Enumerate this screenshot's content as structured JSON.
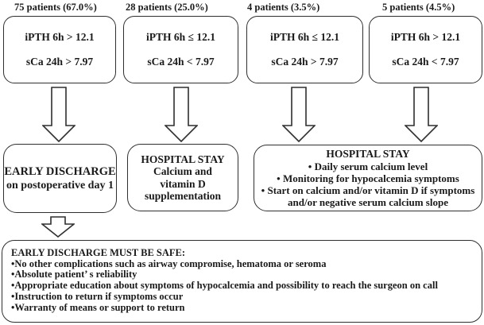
{
  "colors": {
    "border": "#2f2f2f",
    "text": "#1a1a1a",
    "background": "#ffffff"
  },
  "columns": [
    {
      "label": "75 patients (67.0%)",
      "criteria": [
        "iPTH 6h > 12.1",
        "sCa 24h > 7.97"
      ]
    },
    {
      "label": "28 patients (25.0%)",
      "criteria": [
        "iPTH 6h ≤ 12.1",
        "sCa 24h < 7.97"
      ]
    },
    {
      "label": "4 patients (3.5%)",
      "criteria": [
        "iPTH 6h ≤ 12.1",
        "sCa 24h > 7.97"
      ]
    },
    {
      "label": "5 patients (4.5%)",
      "criteria": [
        "iPTH 6h > 12.1",
        "sCa 24h < 7.97"
      ]
    }
  ],
  "outcomes": {
    "early_discharge": {
      "title": "EARLY DISCHARGE",
      "subtitle": "on postoperative day 1"
    },
    "supplementation": {
      "title": "HOSPITAL STAY",
      "lines": [
        "Calcium and",
        "vitamin D",
        "supplementation"
      ]
    },
    "monitoring": {
      "title": "HOSPITAL STAY",
      "lines": [
        "• Daily serum calcium level",
        "• Monitoring for hypocalcemia symptoms",
        "• Start on calcium and/or vitamin D if symptoms",
        "and/or negative serum calcium slope"
      ]
    }
  },
  "safety": {
    "title": "EARLY DISCHARGE MUST BE SAFE:",
    "bullets": [
      "•No other complications such as airway compromise, hematoma or seroma",
      "•Absolute patient’ s reliability",
      "•Appropriate education about symptoms of hypocalcemia and possibility to reach the surgeon on call",
      "•Instruction to return if symptoms occur",
      "•Warranty of means or support to return"
    ]
  }
}
